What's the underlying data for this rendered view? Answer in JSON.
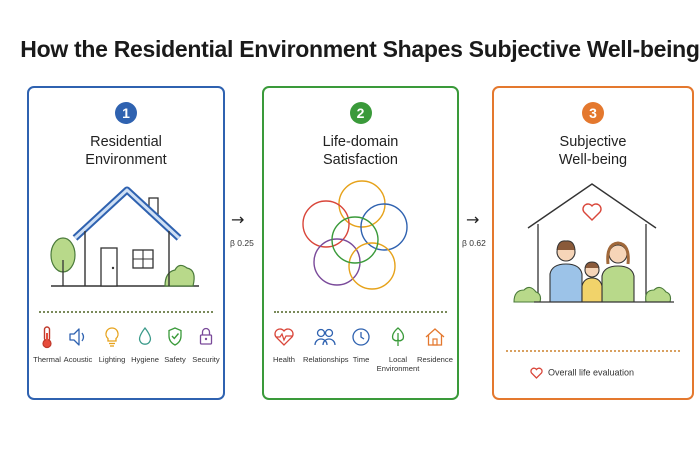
{
  "title": "How the Residential Environment Shapes Subjective Well-being",
  "colors": {
    "blue": "#2f62b0",
    "green": "#3a9a3a",
    "orange": "#e4782e"
  },
  "panels": [
    {
      "number": "1",
      "title_line1": "Residential",
      "title_line2": "Environment",
      "icons": [
        {
          "label": "Thermal",
          "icon": "thermometer-icon"
        },
        {
          "label": "Acoustic",
          "icon": "speaker-icon"
        },
        {
          "label": "Lighting",
          "icon": "lightbulb-icon"
        },
        {
          "label": "Hygiene",
          "icon": "water-drop-icon"
        },
        {
          "label": "Safety",
          "icon": "shield-check-icon"
        },
        {
          "label": "Security",
          "icon": "padlock-icon"
        }
      ]
    },
    {
      "number": "2",
      "title_line1": "Life-domain",
      "title_line2": "Satisfaction",
      "icons": [
        {
          "label": "Health",
          "icon": "heartbeat-icon"
        },
        {
          "label": "Relationships",
          "icon": "people-icon"
        },
        {
          "label": "Time",
          "icon": "clock-icon"
        },
        {
          "label": "Local",
          "label2": "Environment",
          "icon": "tree-icon"
        },
        {
          "label": "Residence",
          "icon": "home-icon"
        }
      ]
    },
    {
      "number": "3",
      "title_line1": "Subjective",
      "title_line2": "Well-being",
      "overall": "Overall life evaluation"
    }
  ],
  "arrows": [
    {
      "symbol": "→",
      "beta": "β 0.25"
    },
    {
      "symbol": "→",
      "beta": "β 0.62"
    }
  ]
}
